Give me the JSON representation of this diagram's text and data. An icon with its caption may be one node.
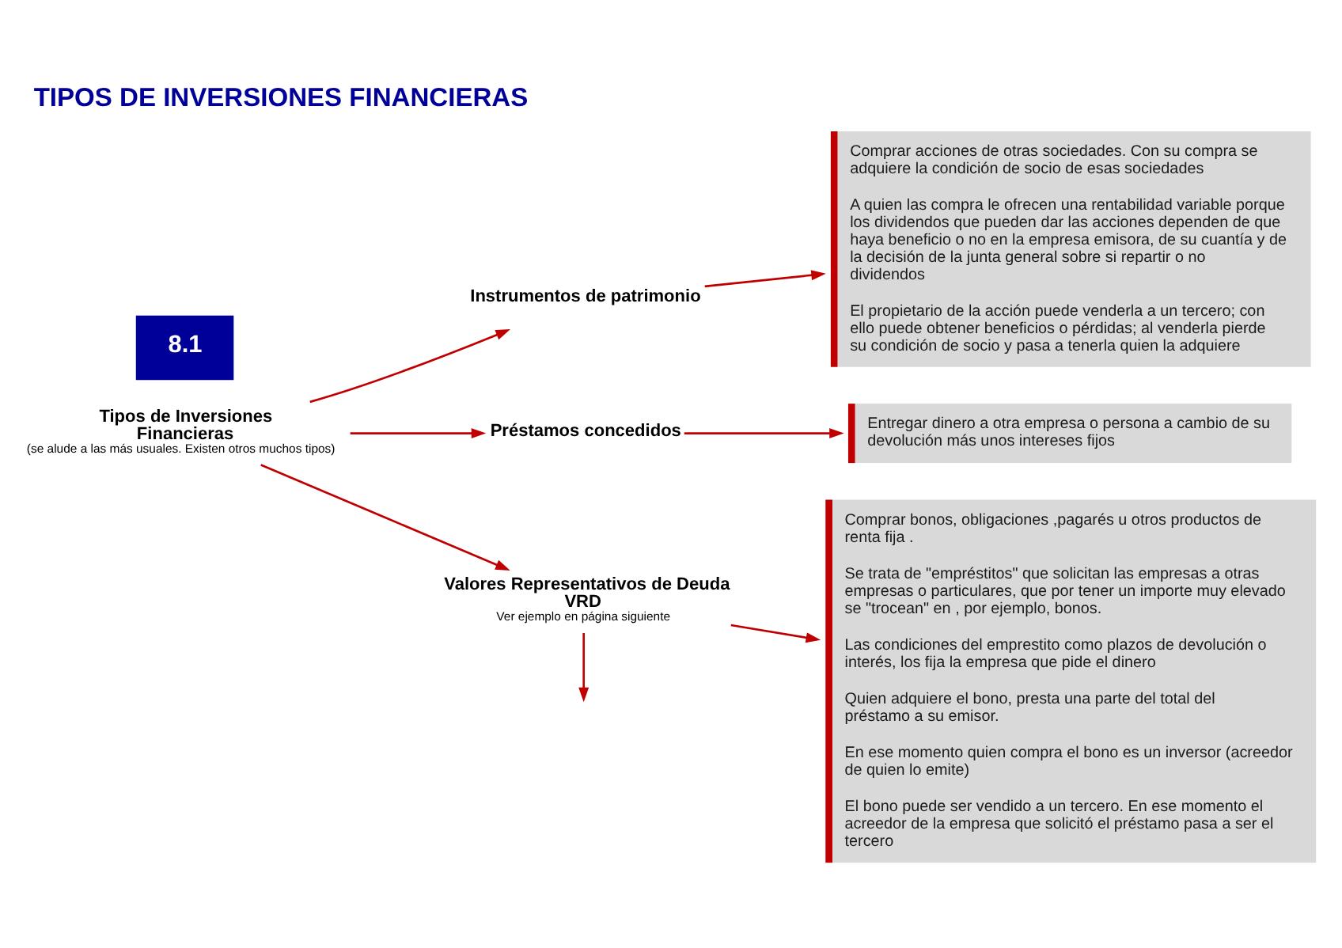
{
  "diagram": {
    "title": "TIPOS DE INVERSIONES FINANCIERAS",
    "nodes": [
      {
        "text": [
          "Tipos de Inversiones Financieras",
          "(se alude a las más usuales. Existen otros muchos tipos)"
        ]
      },
      {
        "text": [
          "Instrumentos de patrimonio"
        ]
      },
      {
        "text": [
          "Comprar acciones de otras sociedades. Con su compra se adquiere la condición de socio de esas sociedades",
          "A quien las compra le ofrecen una rentabilidad variable porque los dividendos que pueden dar las acciones dependen de que haya beneficio o no en la empresa emisora, de su cuantía y de la decisión de la junta general sobre si repartir o no dividendos",
          "El propietario de la acción puede venderla a un tercero; con ello puede obtener beneficios o pérdidas; al venderla pierde su condición de socio y pasa a tenerla quien la adquiere"
        ]
      },
      {
        "text": [
          "Préstamos concedidos"
        ]
      },
      {
        "text": [
          "Entregar dinero a otra empresa o persona a cambio de su devolución más unos intereses fijos"
        ]
      },
      {
        "text": [
          "Valores Representativos de Deuda VRD",
          "Ver ejemplo en página siguiente"
        ]
      },
      {
        "text": [
          "Comprar bonos, obligaciones ,pagarés u otros productos de renta fija .",
          "Se trata de \"empréstitos\" que solicitan las empresas a otras empresas o particulares, que por tener un importe muy elevado se \"trocean\" en , por ejemplo, bonos.",
          "Las condiciones del emprestito como plazos de devolución o interés, los fija la empresa que pide el dinero",
          "Quien adquiere el bono, presta una parte del total del préstamo a su emisor.",
          "En ese momento quien compra el bono es un inversor (acreedor de quien lo emite)",
          "El bono puede ser vendido a un tercero. En ese momento el acreedor de la empresa que solicitó el préstamo pasa a ser el tercero"
        ]
      }
    ],
    "edges": [
      {
        "from": 0,
        "to": 1,
        "arrow": "to"
      },
      {
        "from": 0,
        "to": 3,
        "arrow": "to"
      },
      {
        "from": 0,
        "to": 5,
        "arrow": "to"
      },
      {
        "from": 1,
        "to": 2,
        "arrow": "to"
      },
      {
        "from": 3,
        "to": 4,
        "arrow": "to"
      },
      {
        "from": 5,
        "to": 6,
        "arrow": "to"
      },
      {
        "from": 5,
        "to": null,
        "arrow": "to"
      }
    ],
    "labels": [
      "8.1"
    ]
  }
}
